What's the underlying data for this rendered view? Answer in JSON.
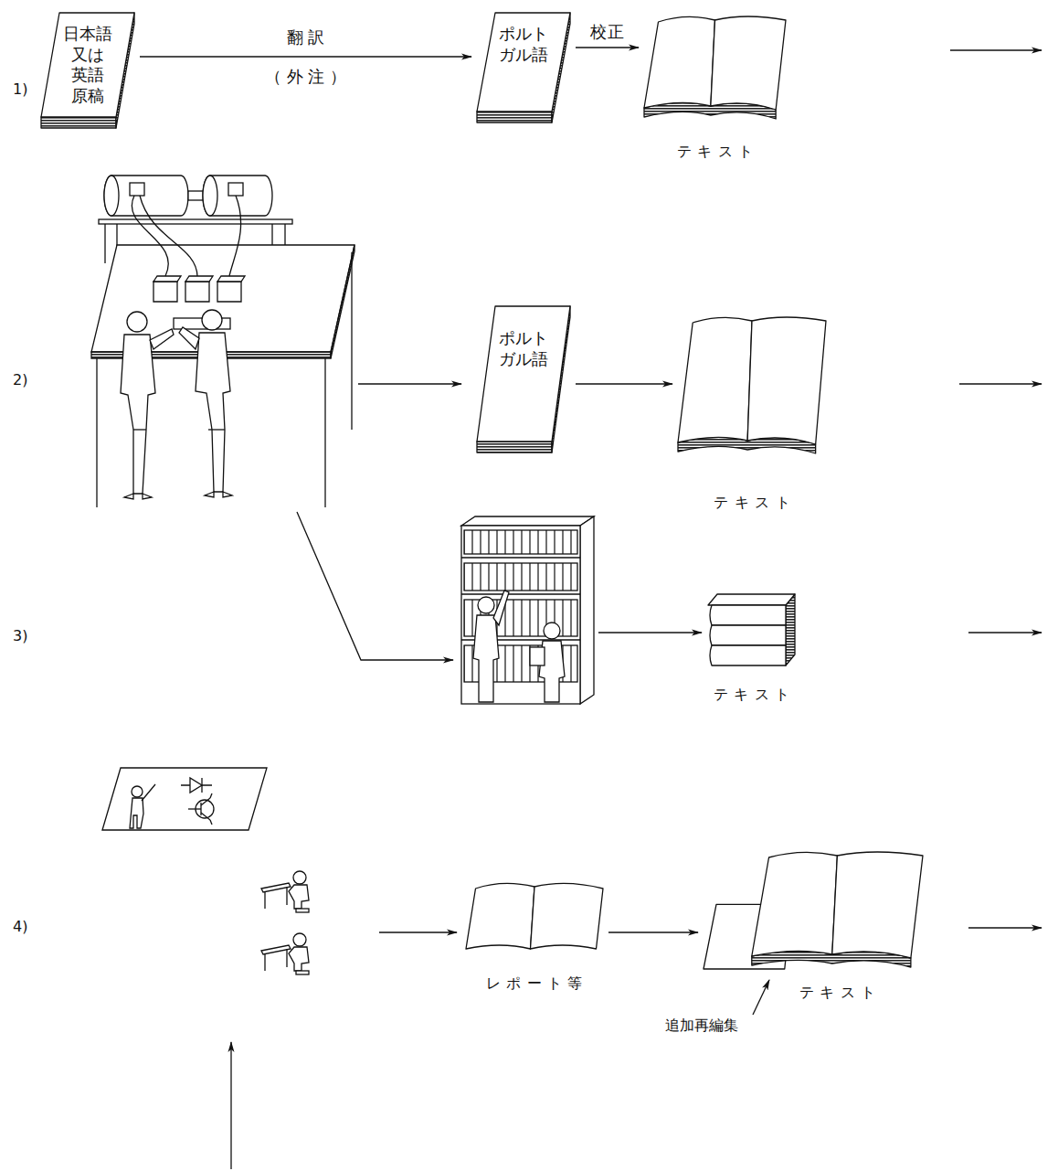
{
  "diagram": {
    "nodes": [
      {
        "text": [
          "日本語 又は 英語 原稿"
        ]
      },
      {
        "text": [
          "ポルト ガル語"
        ]
      },
      {
        "text": [
          "テキスト"
        ]
      },
      {
        "text": [
          "ポルト ガル語"
        ]
      },
      {
        "text": [
          "テキスト"
        ]
      },
      {
        "text": [
          "テキスト"
        ]
      },
      {
        "text": [
          "レポート等"
        ]
      },
      {
        "text": [
          "テキスト"
        ]
      }
    ],
    "edges": [
      {
        "from": 0,
        "to": 1,
        "label": "翻訳 （外注）",
        "arrow": "to"
      },
      {
        "from": 1,
        "to": 2,
        "label": "校正",
        "arrow": "to"
      },
      {
        "from": 3,
        "to": 4,
        "arrow": "to"
      },
      {
        "from": 6,
        "to": 7,
        "arrow": "to"
      }
    ],
    "labels": [
      "1)",
      "2)",
      "3)",
      "4)",
      "追加再編集"
    ]
  }
}
